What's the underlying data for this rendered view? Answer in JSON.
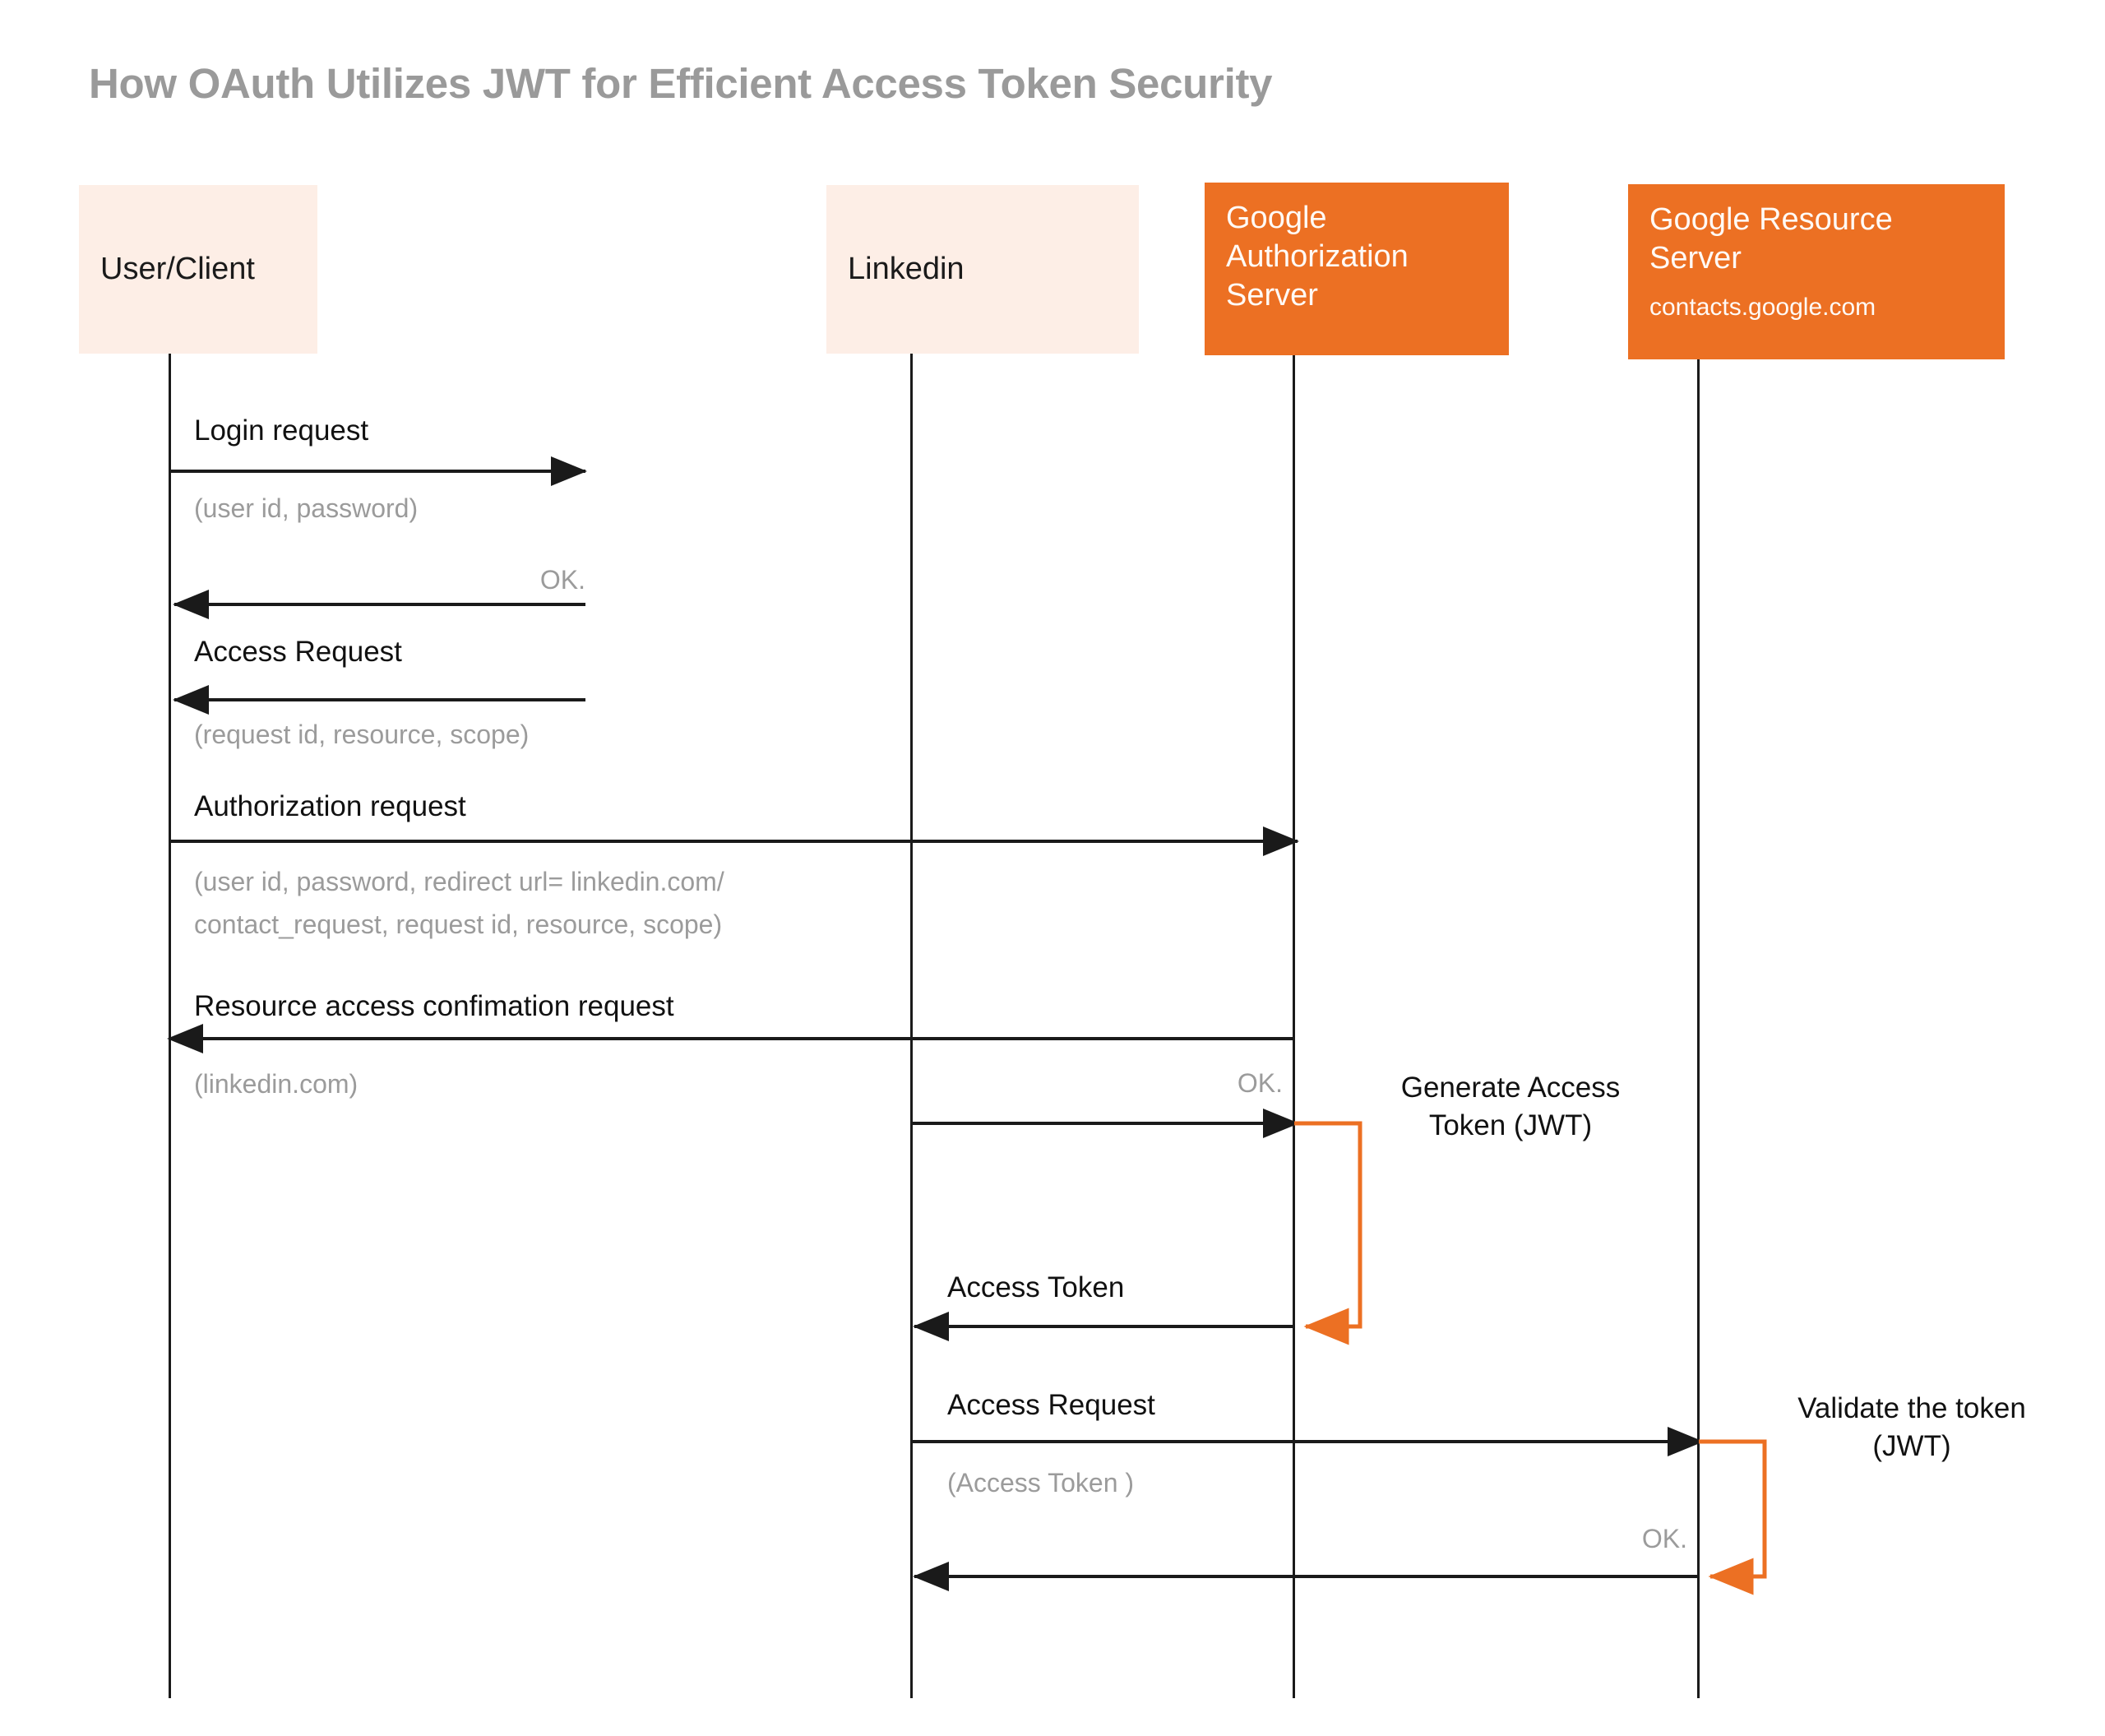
{
  "diagram": {
    "title": "How OAuth Utilizes JWT for Efficient Access Token Security",
    "type": "sequence-diagram",
    "colors": {
      "accent_orange": "#ec7023",
      "pale_peach": "#fdeee6",
      "title_grey": "#9a9a9a",
      "note_grey": "#9b9b9b",
      "line_black": "#1a1a1a"
    },
    "actors": [
      {
        "id": "user",
        "name": "User/Client",
        "subtitle": "",
        "style": "pale"
      },
      {
        "id": "linkedin",
        "name": "Linkedin",
        "subtitle": "",
        "style": "pale"
      },
      {
        "id": "gauth",
        "name": "Google Authorization Server",
        "subtitle": "",
        "style": "orange"
      },
      {
        "id": "gres",
        "name": "Google Resource Server",
        "subtitle": "contacts.google.com",
        "style": "orange"
      }
    ],
    "messages": [
      {
        "label": "Login request",
        "note": "(user id, password)",
        "from": "user",
        "to": "user-right",
        "direction": "right"
      },
      {
        "label": "",
        "note": "OK.",
        "from": "user-right",
        "to": "user",
        "direction": "left"
      },
      {
        "label": "Access Request",
        "note": "(request id, resource, scope)",
        "from": "user-right",
        "to": "user",
        "direction": "left"
      },
      {
        "label": "Authorization request",
        "note": "(user id, password, redirect url= linkedin.com/\ncontact_request, request id, resource, scope)",
        "from": "user",
        "to": "gauth",
        "direction": "right"
      },
      {
        "label": "Resource access confimation request",
        "note": "(linkedin.com)",
        "from": "gauth",
        "to": "user",
        "direction": "left"
      },
      {
        "label": "",
        "note": "OK.",
        "from": "linkedin",
        "to": "gauth",
        "direction": "right"
      },
      {
        "label": "Access Token",
        "note": "",
        "from": "gauth",
        "to": "linkedin",
        "direction": "left"
      },
      {
        "label": "Access Request",
        "note": "(Access Token )",
        "from": "linkedin",
        "to": "gres",
        "direction": "right"
      },
      {
        "label": "",
        "note": "OK.",
        "from": "gres",
        "to": "linkedin",
        "direction": "left"
      }
    ],
    "self_messages": [
      {
        "label": "Generate Access\nToken (JWT)",
        "actor": "gauth"
      },
      {
        "label": "Validate the token\n(JWT)",
        "actor": "gres"
      }
    ],
    "labels": {
      "login_request": "Login request",
      "login_request_note": "(user id, password)",
      "ok_1": "OK.",
      "access_request_1": "Access Request",
      "access_request_1_note": "(request id, resource, scope)",
      "authorization_request": "Authorization request",
      "authorization_request_note": "(user id, password, redirect url= linkedin.com/\ncontact_request, request id, resource, scope)",
      "resource_access_confirmation": "Resource access confimation request",
      "resource_access_confirmation_note": "(linkedin.com)",
      "ok_2": "OK.",
      "generate_token": "Generate Access\nToken (JWT)",
      "access_token": "Access Token",
      "access_request_2": "Access Request",
      "access_request_2_note": "(Access Token )",
      "validate_token": "Validate the token\n(JWT)",
      "ok_3": "OK."
    }
  }
}
